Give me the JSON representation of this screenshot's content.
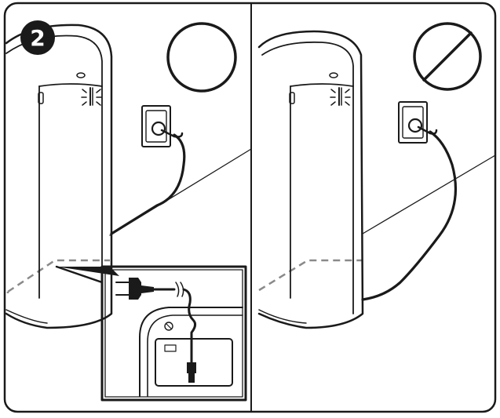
{
  "step": {
    "number": "2"
  },
  "panels": [
    {
      "id": "correct",
      "symbol": "circle-icon"
    },
    {
      "id": "incorrect",
      "symbol": "prohibited-icon"
    }
  ],
  "colors": {
    "line": "#1a1a1a",
    "badge": "#1a1a1a",
    "background": "#ffffff",
    "dashed": "#8a8a8a"
  }
}
